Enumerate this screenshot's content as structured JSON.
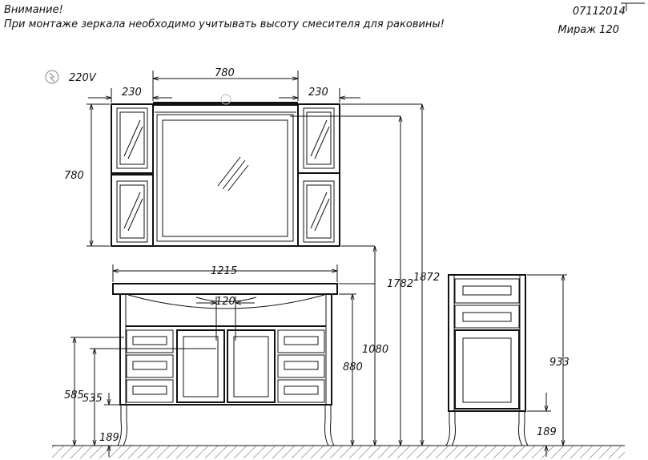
{
  "header": {
    "warning_title": "Внимание!",
    "warning_text": "При монтаже зеркала необходимо учитывать высоту смесителя для раковины!",
    "doc_code": "07112014",
    "model": "Мираж  120"
  },
  "power": {
    "label": "220V",
    "icon": "power-socket-icon"
  },
  "dimensions": {
    "mirror_center_width": "780",
    "left_cabinet_width": "230",
    "right_cabinet_width": "230",
    "mirror_height": "780",
    "vanity_width": "1215",
    "sink_offset": "120",
    "height_1782": "1782",
    "height_1872": "1872",
    "height_1080": "1080",
    "height_880": "880",
    "height_585": "585",
    "height_535": "535",
    "leg_height_left": "189",
    "side_cabinet_height": "933",
    "leg_height_right": "189"
  }
}
